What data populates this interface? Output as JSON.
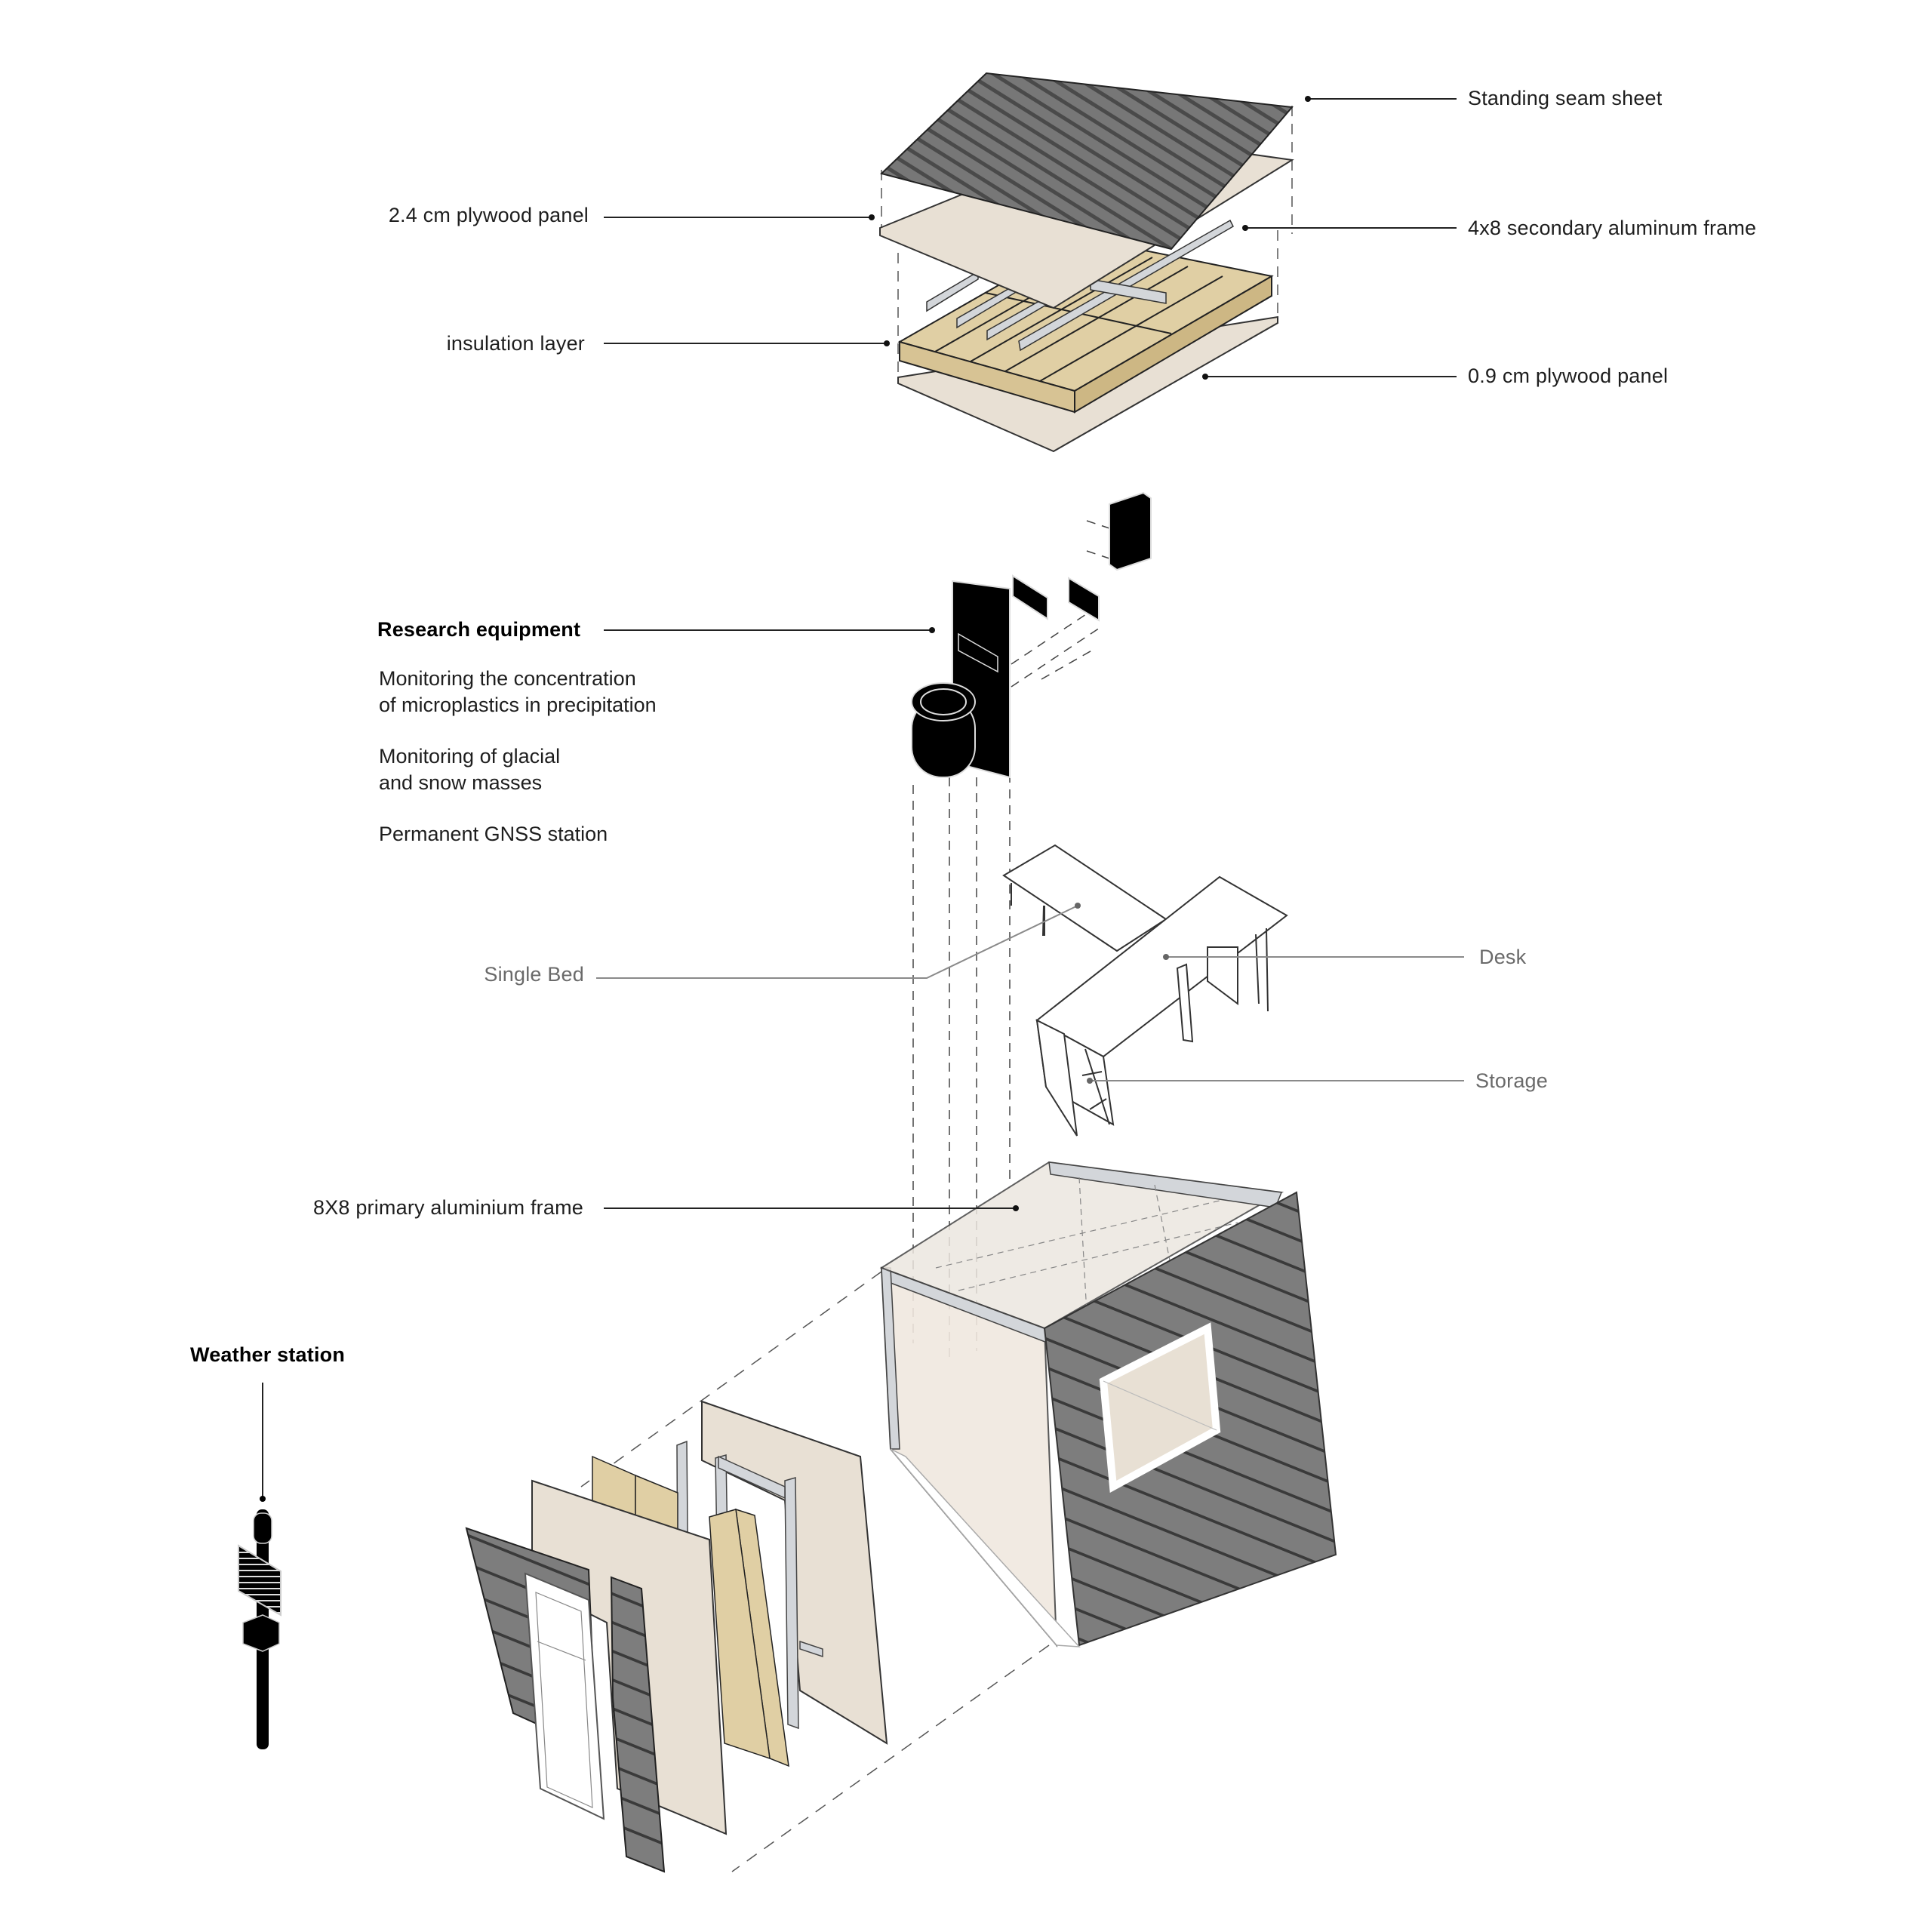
{
  "diagram": {
    "type": "exploded axonometric building diagram",
    "colors": {
      "metal_sheet": "#707070",
      "plywood": "#e8e0d4",
      "insulation": "#e0cfa4",
      "aluminium": "#d3d6da",
      "equipment": "#000000",
      "leader_line": "#222222",
      "leader_line_light": "#8a8a8a"
    }
  },
  "labels": {
    "standing_seam": "Standing seam sheet",
    "plywood_24": "2.4 cm plywood panel",
    "secondary_frame": "4x8 secondary aluminum frame",
    "insulation": "insulation layer",
    "plywood_09": "0.9 cm plywood panel",
    "research_equipment": "Research equipment",
    "single_bed": "Single Bed",
    "desk": "Desk",
    "storage": "Storage",
    "primary_frame": "8X8 primary aluminium frame",
    "weather_station": "Weather station"
  },
  "research_items": [
    {
      "line1": "Monitoring the concentration",
      "line2": "of microplastics in precipitation"
    },
    {
      "line1": "Monitoring of glacial",
      "line2": "and snow masses"
    },
    {
      "line1": "Permanent GNSS station",
      "line2": ""
    }
  ]
}
